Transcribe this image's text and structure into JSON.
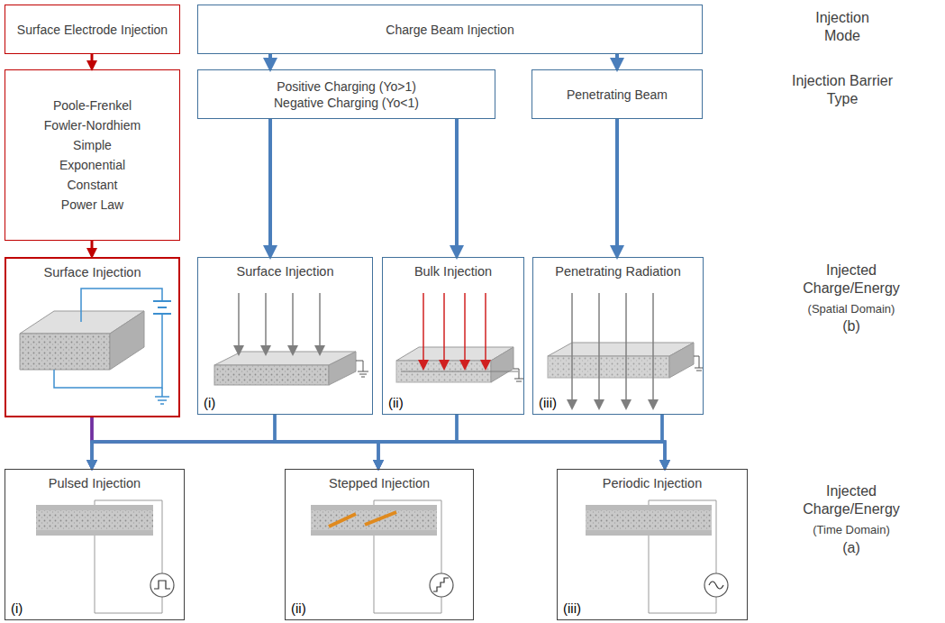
{
  "diagram": {
    "nodes": [
      {
        "text": [
          "Surface Electrode Injection"
        ]
      },
      {
        "text": [
          "Charge Beam Injection"
        ]
      },
      {
        "text": [
          "Poole-Frenkel",
          "Fowler-Nordhiem",
          "Simple",
          "Exponential",
          "Constant",
          "Power Law"
        ]
      },
      {
        "text": [
          "Positive Charging (Yo>1)",
          "Negative Charging (Yo<1)"
        ]
      },
      {
        "text": [
          "Penetrating Beam"
        ]
      },
      {
        "text": [
          "Surface Injection"
        ]
      },
      {
        "text": [
          "Surface Injection",
          "(i)"
        ]
      },
      {
        "text": [
          "Bulk Injection",
          "(ii)"
        ]
      },
      {
        "text": [
          "Penetrating Radiation",
          "(iii)"
        ]
      },
      {
        "text": [
          "Pulsed Injection",
          "(i)"
        ]
      },
      {
        "text": [
          "Stepped Injection",
          "(ii)"
        ]
      },
      {
        "text": [
          "Periodic Injection",
          "(iii)"
        ]
      }
    ],
    "edges": [
      {
        "from": 0,
        "to": 2,
        "arrow": "to"
      },
      {
        "from": 1,
        "to": 3,
        "arrow": "to"
      },
      {
        "from": 1,
        "to": 4,
        "arrow": "to"
      },
      {
        "from": 2,
        "to": 5,
        "arrow": "to"
      },
      {
        "from": 3,
        "to": 6,
        "arrow": "to"
      },
      {
        "from": 3,
        "to": 7,
        "arrow": "to"
      },
      {
        "from": 4,
        "to": 8,
        "arrow": "to"
      },
      {
        "from": 5,
        "to": 9,
        "arrow": "to"
      },
      {
        "from": 5,
        "to": 10,
        "arrow": "to"
      },
      {
        "from": 5,
        "to": 11,
        "arrow": "to"
      },
      {
        "from": 6,
        "to": 9,
        "arrow": "to"
      },
      {
        "from": 6,
        "to": 10,
        "arrow": "to"
      },
      {
        "from": 6,
        "to": 11,
        "arrow": "to"
      },
      {
        "from": 7,
        "to": 9,
        "arrow": "to"
      },
      {
        "from": 7,
        "to": 10,
        "arrow": "to"
      },
      {
        "from": 7,
        "to": 11,
        "arrow": "to"
      },
      {
        "from": 8,
        "to": 9,
        "arrow": "to"
      },
      {
        "from": 8,
        "to": 10,
        "arrow": "to"
      },
      {
        "from": 8,
        "to": 11,
        "arrow": "to"
      }
    ],
    "labels": [
      "Injection Mode",
      "Injection Barrier Type",
      "Injected Charge/Energy",
      "(Spatial Domain)",
      "(b)",
      "Injected Charge/Energy",
      "(Time Domain)",
      "(a)"
    ]
  }
}
